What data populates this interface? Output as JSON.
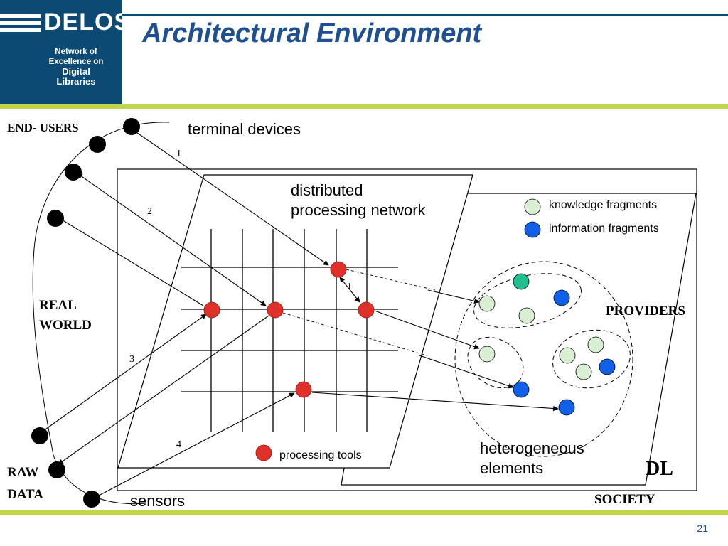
{
  "logo": {
    "name": "DELOS",
    "tagline": [
      "Network of",
      "Excellence on",
      "Digital",
      "Libraries"
    ]
  },
  "slide": {
    "title": "Architectural Environment",
    "page_number": "21"
  },
  "labels": {
    "end_users": "END- USERS",
    "real_world": [
      "REAL",
      "WORLD"
    ],
    "raw_data": [
      "RAW",
      "DATA"
    ],
    "terminal_devices": "terminal devices",
    "sensors": "sensors",
    "distributed_network": [
      "distributed",
      "processing network"
    ],
    "providers": "PROVIDERS",
    "dl": "DL",
    "society": "SOCIETY",
    "heterogeneous": [
      "heterogeneous",
      "elements"
    ],
    "processing_tools": "processing tools",
    "knowledge_fragments": "knowledge fragments",
    "information_fragments": "information fragments"
  },
  "arrow_numbers": [
    "1",
    "2",
    "1",
    "3",
    "4"
  ],
  "colors": {
    "brand_blue": "#0d4a73",
    "title_blue": "#1f4f93",
    "accent_green": "#c2d64c",
    "processing_tool_red": "#e0302a",
    "knowledge_fragment_green": "#d9efd3",
    "knowledge_fragment_teal": "#1fbf8f",
    "information_fragment_blue": "#1060e8"
  }
}
